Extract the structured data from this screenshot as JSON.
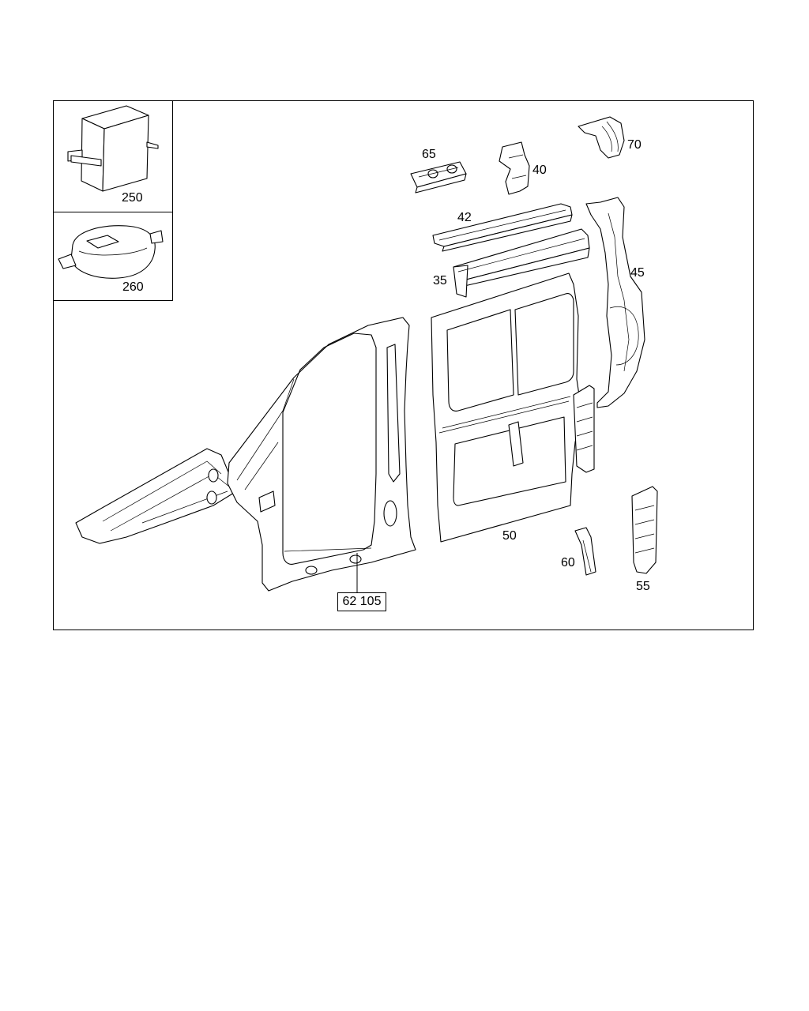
{
  "diagram": {
    "part_labels": {
      "p250": "250",
      "p260": "260",
      "p65": "65",
      "p40": "40",
      "p70": "70",
      "p42": "42",
      "p35": "35",
      "p45": "45",
      "p50": "50",
      "p60": "60",
      "p55": "55"
    },
    "reference": "62 105"
  }
}
